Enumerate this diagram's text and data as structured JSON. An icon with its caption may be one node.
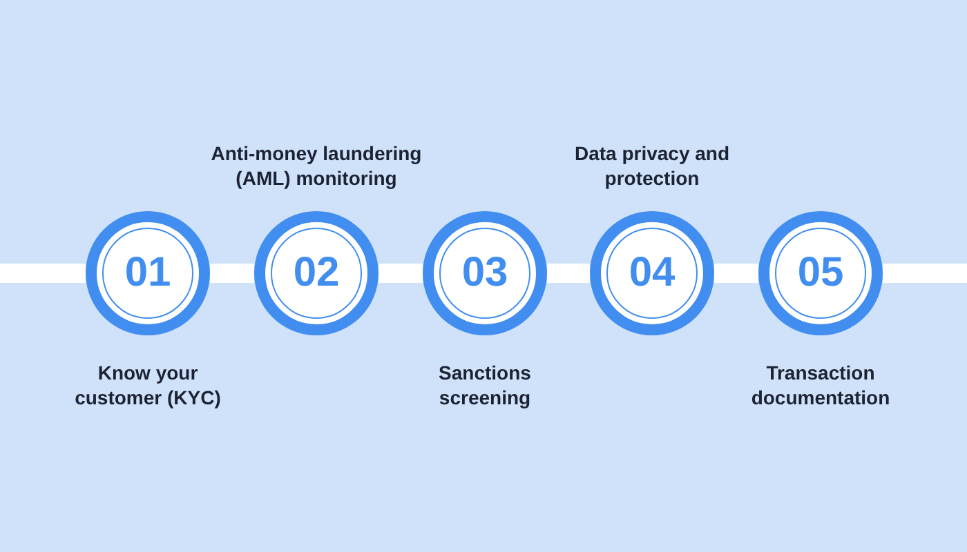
{
  "diagram": {
    "nodes": [
      {
        "text": [
          "01"
        ],
        "beside": [
          "Know your customer (KYC)"
        ]
      },
      {
        "text": [
          "02"
        ],
        "beside": [
          "Anti-money laundering (AML) monitoring"
        ]
      },
      {
        "text": [
          "03"
        ],
        "beside": [
          "Sanctions screening"
        ]
      },
      {
        "text": [
          "04"
        ],
        "beside": [
          "Data privacy and protection"
        ]
      },
      {
        "text": [
          "05"
        ],
        "beside": [
          "Transaction documentation"
        ]
      }
    ],
    "edges": [
      {
        "from": 0,
        "to": 1,
        "arrow": "none"
      },
      {
        "from": 1,
        "to": 2,
        "arrow": "none"
      },
      {
        "from": 2,
        "to": 3,
        "arrow": "none"
      },
      {
        "from": 3,
        "to": 4,
        "arrow": "none"
      }
    ]
  }
}
